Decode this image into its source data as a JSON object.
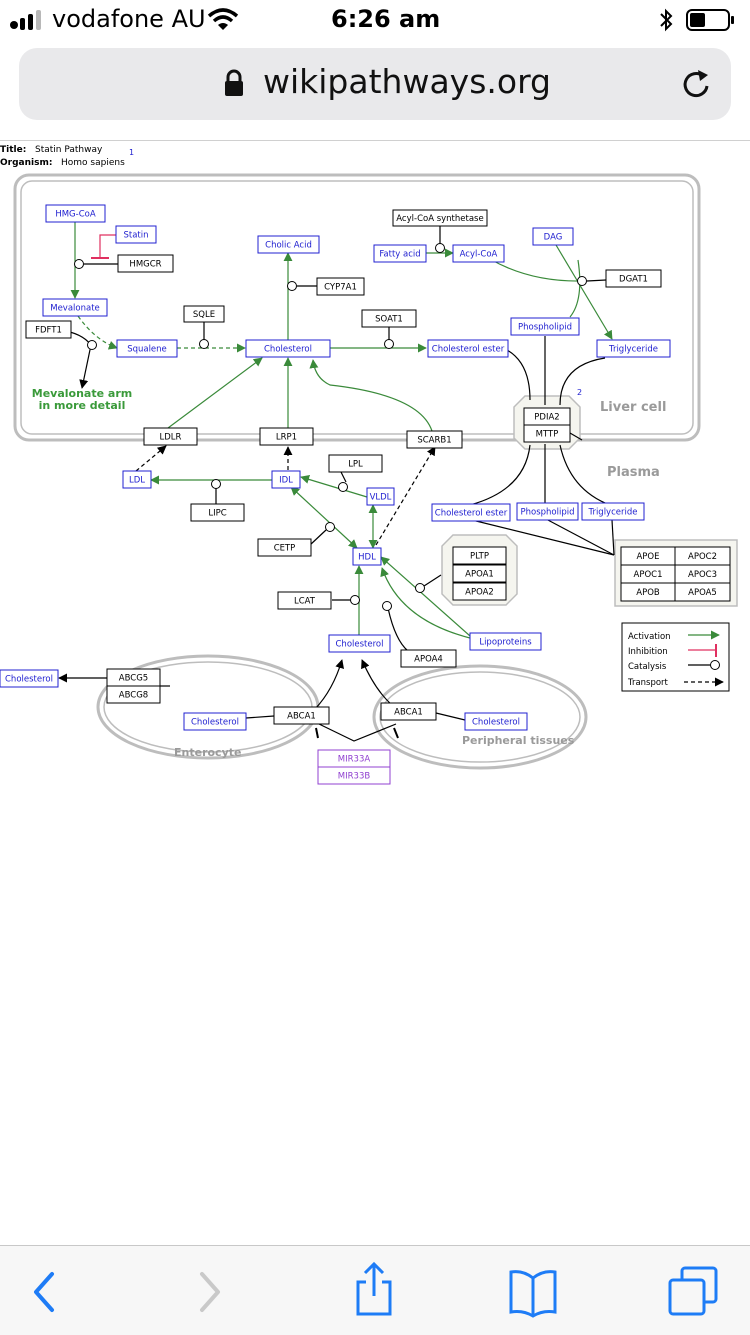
{
  "status_bar": {
    "carrier": "vodafone AU",
    "time": "6:26 am"
  },
  "browser": {
    "url": "wikipathways.org"
  },
  "diagram": {
    "title_label": "Title:",
    "title": "Statin Pathway",
    "organism_label": "Organism:",
    "organism": "Homo sapiens",
    "ref1": "1",
    "ref2": "2",
    "compartments": {
      "liver": "Liver cell",
      "plasma": "Plasma",
      "enterocyte": "Enterocyte",
      "peripheral": "Peripheral tissues"
    },
    "mevalonate_link_line1": "Mevalonate arm",
    "mevalonate_link_line2": "in more detail",
    "nodes": {
      "hmg_coa": "HMG-CoA",
      "statin": "Statin",
      "hmgcr": "HMGCR",
      "mevalonate": "Mevalonate",
      "fdft1": "FDFT1",
      "squalene": "Squalene",
      "sqle": "SQLE",
      "cholesterol": "Cholesterol",
      "cholic_acid": "Cholic Acid",
      "cyp7a1": "CYP7A1",
      "soat1": "SOAT1",
      "cholesterol_ester": "Cholesterol ester",
      "acyl_coa_synthetase": "Acyl-CoA synthetase",
      "fatty_acid": "Fatty acid",
      "acyl_coa": "Acyl-CoA",
      "dag": "DAG",
      "dgat1": "DGAT1",
      "phospholipid": "Phospholipid",
      "triglyceride": "Triglyceride",
      "pdia2": "PDIA2",
      "mttp": "MTTP",
      "ldlr": "LDLR",
      "lrp1": "LRP1",
      "scarb1": "SCARB1",
      "ldl": "LDL",
      "idl": "IDL",
      "lpl": "LPL",
      "vldl": "VLDL",
      "lipc": "LIPC",
      "cetp": "CETP",
      "hdl": "HDL",
      "lcat": "LCAT",
      "pltp": "PLTP",
      "apoa1": "APOA1",
      "apoa2": "APOA2",
      "cholesterol_ester_plasma": "Cholesterol ester",
      "phospholipid_plasma": "Phospholipid",
      "triglyceride_plasma": "Triglyceride",
      "apoe": "APOE",
      "apoc2": "APOC2",
      "apoc1": "APOC1",
      "apoc3": "APOC3",
      "apob": "APOB",
      "apoa5": "APOA5",
      "cholesterol_hdl": "Cholesterol",
      "lipoproteins": "Lipoproteins",
      "apoa4": "APOA4",
      "abcg5": "ABCG5",
      "abcg8": "ABCG8",
      "cholesterol_out": "Cholesterol",
      "cholesterol_enterocyte": "Cholesterol",
      "abca1_left": "ABCA1",
      "abca1_right": "ABCA1",
      "cholesterol_peripheral": "Cholesterol",
      "mir33a": "MIR33A",
      "mir33b": "MIR33B"
    },
    "legend": {
      "activation": "Activation",
      "inhibition": "Inhibition",
      "catalysis": "Catalysis",
      "transport": "Transport"
    },
    "colors": {
      "metabolite": "#2020d0",
      "activation": "#3a8a3a",
      "inhibition": "#e03060",
      "mirna": "#9040d0",
      "compartment": "#bdbdbd"
    }
  },
  "toolbar": {
    "back": "back-icon",
    "forward": "forward-icon",
    "share": "share-icon",
    "bookmarks": "bookmarks-icon",
    "tabs": "tabs-icon"
  }
}
